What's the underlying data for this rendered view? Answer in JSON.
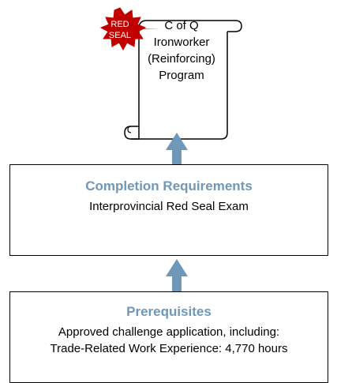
{
  "certificate": {
    "seal_line1": "RED",
    "seal_line2": "SEAL",
    "lines": [
      "C of Q",
      "Ironworker",
      "(Reinforcing)",
      "Program"
    ]
  },
  "completion": {
    "title": "Completion Requirements",
    "lines": [
      "Interprovincial Red Seal Exam"
    ]
  },
  "prerequisites": {
    "title": "Prerequisites",
    "lines": [
      "Approved challenge application, including:",
      "Trade-Related Work Experience: 4,770 hours"
    ]
  },
  "colors": {
    "arrow": "#6f97b8",
    "title_text": "#6f97b8",
    "seal": "#c00000",
    "border": "#000000"
  }
}
